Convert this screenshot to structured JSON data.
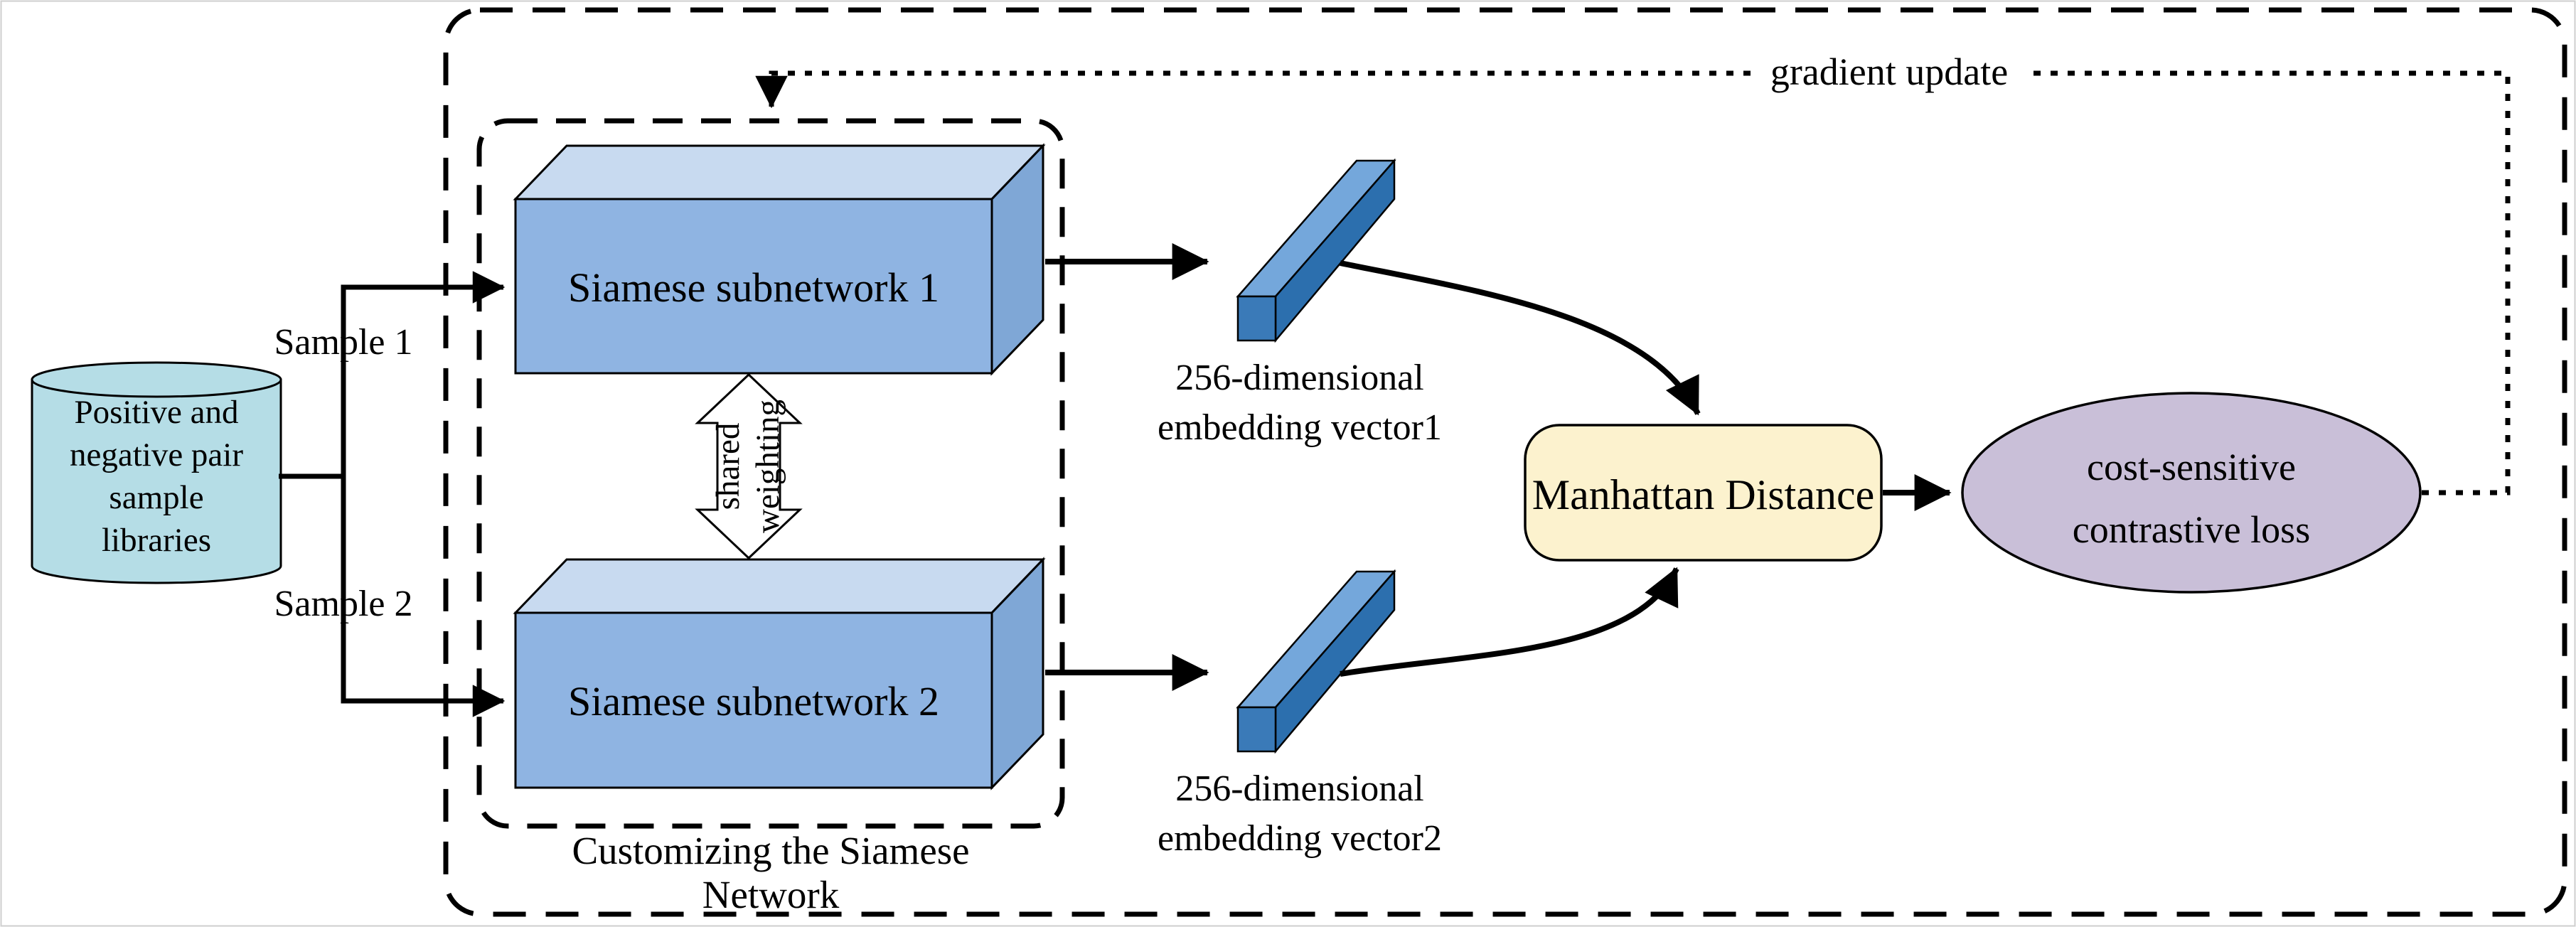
{
  "colors": {
    "cylinder_fill": "#B5DDE6",
    "box_top": "#C8DAF0",
    "box_front": "#8FB4E2",
    "box_side": "#7FA7D6",
    "bar_light": "#74A7DB",
    "bar_dark": "#2C6FAE",
    "bar_cap": "#3A7AB8",
    "distance_fill": "#FCF2CE",
    "loss_fill": "#C9BFD8",
    "line": "#000000"
  },
  "database": {
    "line1": "Positive and",
    "line2": "negative pair",
    "line3": "sample",
    "line4": "libraries"
  },
  "edges": {
    "sample1": "Sample 1",
    "sample2": "Sample 2",
    "gradient": "gradient update"
  },
  "siamese": {
    "container_line1": "Customizing the Siamese",
    "container_line2": "Network",
    "subnetwork1": "Siamese subnetwork 1",
    "subnetwork2": "Siamese subnetwork 2",
    "shared_line1": "shared",
    "shared_line2": "weighting"
  },
  "vectors": {
    "v1_line1": "256-dimensional",
    "v1_line2": "embedding vector1",
    "v2_line1": "256-dimensional",
    "v2_line2": "embedding vector2"
  },
  "distance": {
    "label": "Manhattan Distance"
  },
  "loss": {
    "line1": "cost-sensitive",
    "line2": "contrastive loss"
  }
}
